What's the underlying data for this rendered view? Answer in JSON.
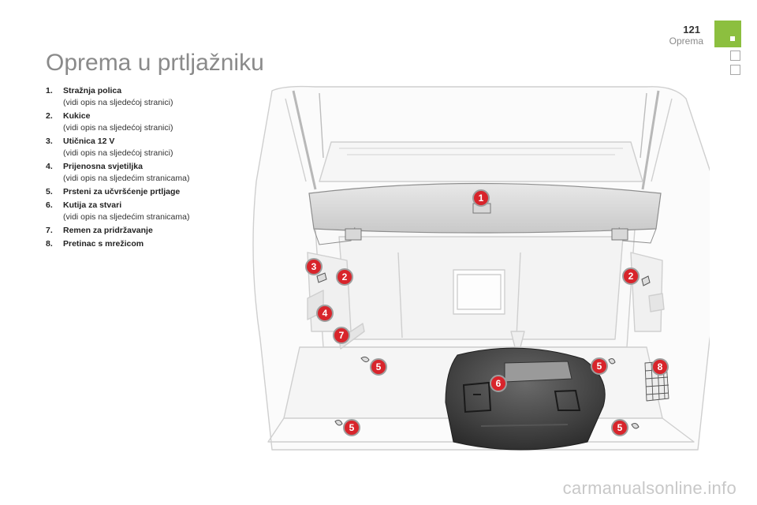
{
  "header": {
    "page_number": "121",
    "section": "Oprema"
  },
  "title": "Oprema u prtljažniku",
  "legend": [
    {
      "num": "1.",
      "name": "Stražnja polica",
      "note": "(vidi opis na sljedećoj stranici)"
    },
    {
      "num": "2.",
      "name": "Kukice",
      "note": "(vidi opis na sljedećoj stranici)"
    },
    {
      "num": "3.",
      "name": "Utičnica 12 V",
      "note": "(vidi opis na sljedećoj stranici)"
    },
    {
      "num": "4.",
      "name": "Prijenosna svjetiljka",
      "note": "(vidi opis na sljedećim stranicama)"
    },
    {
      "num": "5.",
      "name": "Prsteni za učvršćenje prtljage",
      "note": ""
    },
    {
      "num": "6.",
      "name": "Kutija za stvari",
      "note": "(vidi opis na sljedećim stranicama)"
    },
    {
      "num": "7.",
      "name": "Remen za pridržavanje",
      "note": ""
    },
    {
      "num": "8.",
      "name": "Pretinac s mrežicom",
      "note": ""
    }
  ],
  "callouts": {
    "c1": "1",
    "c2a": "2",
    "c2b": "2",
    "c3": "3",
    "c4": "4",
    "c5a": "5",
    "c5b": "5",
    "c5c": "5",
    "c5d": "5",
    "c6": "6",
    "c7": "7",
    "c8": "8"
  },
  "colors": {
    "accent": "#8cbf3f",
    "callout": "#d8242b",
    "title": "#8a8a8a"
  },
  "watermark": "carmanualsonline.info"
}
